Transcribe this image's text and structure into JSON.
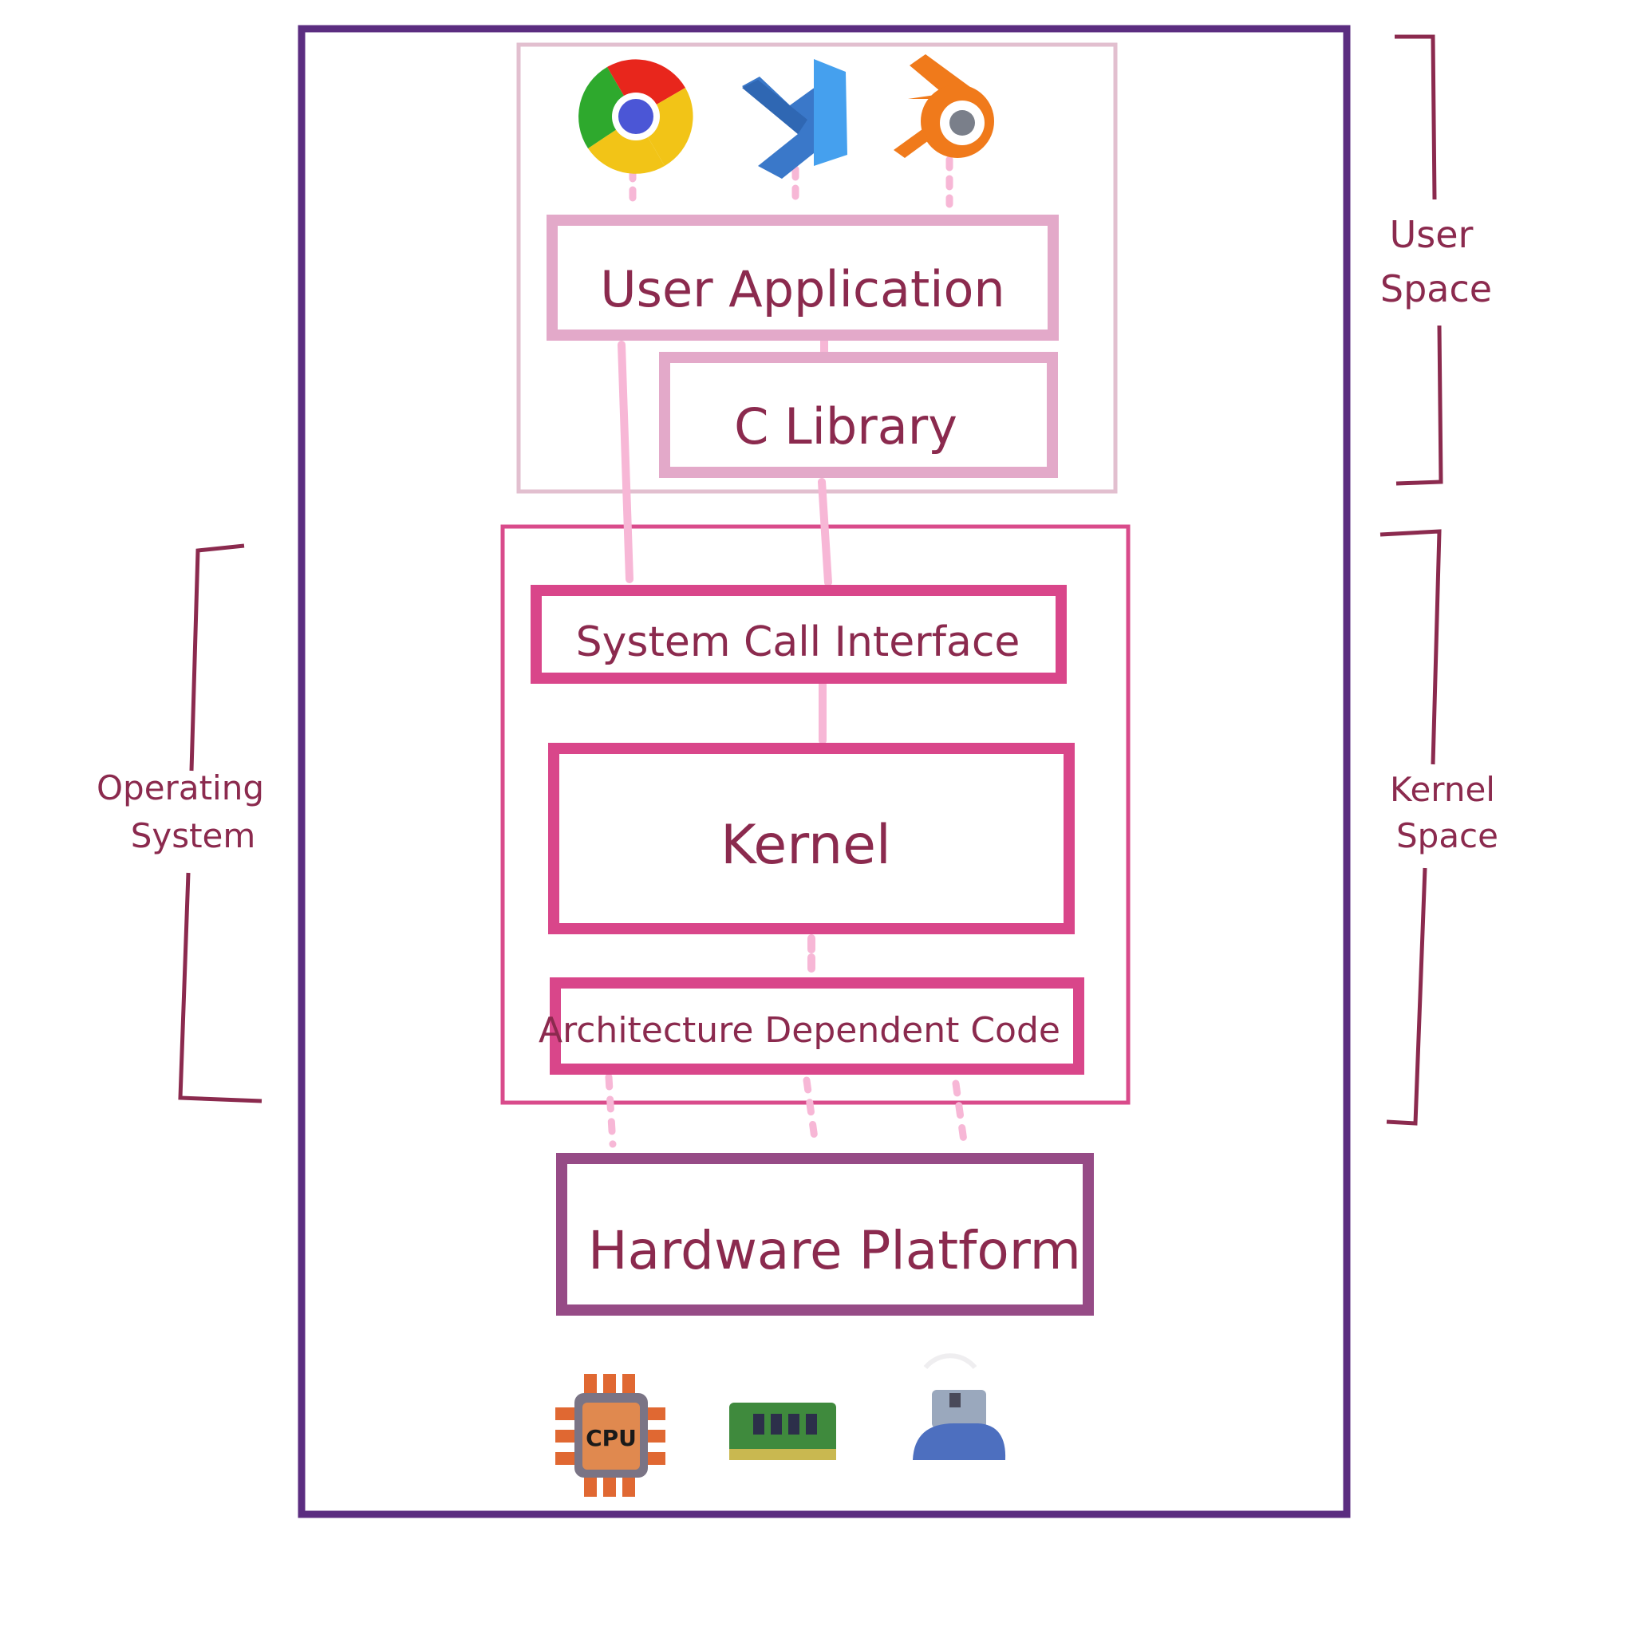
{
  "colors": {
    "outer_frame": "#5b2d80",
    "user_space_frame": "#e2bfcf",
    "user_layer": "#e3a9c9",
    "kernel_frame": "#d94b8b",
    "kernel_layer": "#d9468a",
    "hardware_layer": "#964b86",
    "connector": "#f7b7d6",
    "label_text": "#8b2a4e",
    "bracket": "#8b2a4e"
  },
  "layers": {
    "user_application": "User Application",
    "c_library": "C Library",
    "system_call_interface": "System Call Interface",
    "kernel": "Kernel",
    "architecture_code": "Architecture Dependent Code",
    "hardware_platform": "Hardware Platform"
  },
  "regions": {
    "user_space": [
      "User",
      "Space"
    ],
    "kernel_space": [
      "Kernel",
      "Space"
    ],
    "operating_system": [
      "Operating",
      "System"
    ]
  },
  "apps": [
    {
      "icon": "chrome-icon"
    },
    {
      "icon": "vscode-icon"
    },
    {
      "icon": "blender-icon"
    }
  ],
  "hardware": [
    {
      "icon": "cpu-icon",
      "label": "CPU"
    },
    {
      "icon": "ram-icon"
    },
    {
      "icon": "network-device-icon"
    }
  ]
}
